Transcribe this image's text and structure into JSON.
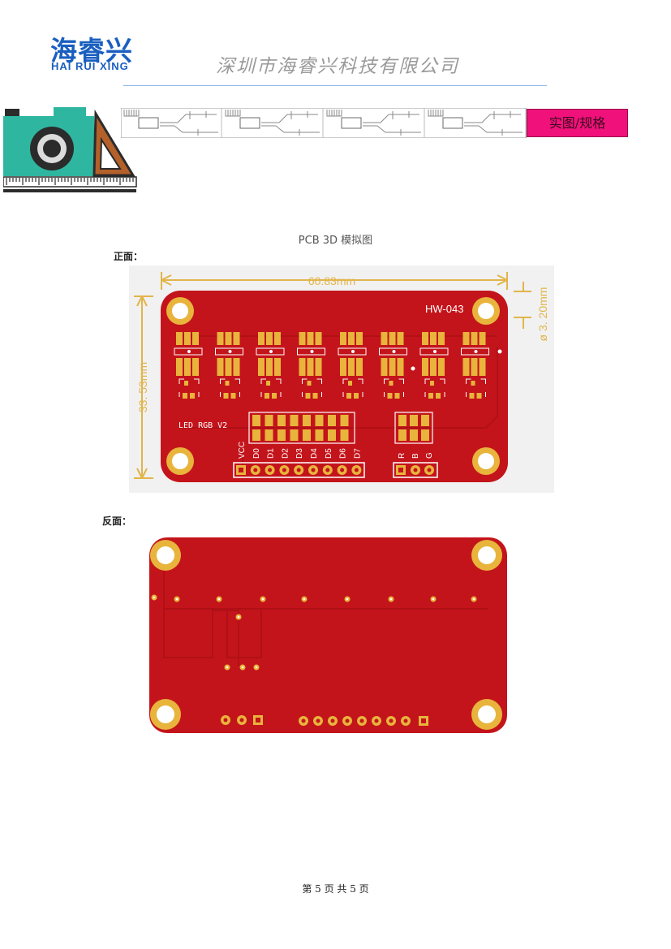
{
  "header": {
    "logo_cn": "海睿兴",
    "logo_en": "HAI RUI XING",
    "company": "深圳市海睿兴科技有限公司",
    "section_tag": "实图/规格"
  },
  "content": {
    "title": "PCB 3D 模拟图",
    "front_label": "正面：",
    "back_label": "反面："
  },
  "front_board": {
    "model": "HW-043",
    "name": "LED RGB V2",
    "width_dim": "60.83mm",
    "height_dim": "33. 53mm",
    "hole_dim": "ø 3. 20mm",
    "main_pins": [
      "VCC",
      "D0",
      "D1",
      "D2",
      "D3",
      "D4",
      "D5",
      "D6",
      "D7"
    ],
    "rgb_pins": [
      "R",
      "B",
      "G"
    ]
  },
  "footer": {
    "page_info": "第 5 页 共 5 页"
  },
  "colors": {
    "brand_blue": "#1a5fc0",
    "tag_pink": "#f0117a",
    "pcb_red": "#c4141b",
    "pad_gold": "#e8b43c",
    "dimension_gold": "#e2b54a"
  }
}
